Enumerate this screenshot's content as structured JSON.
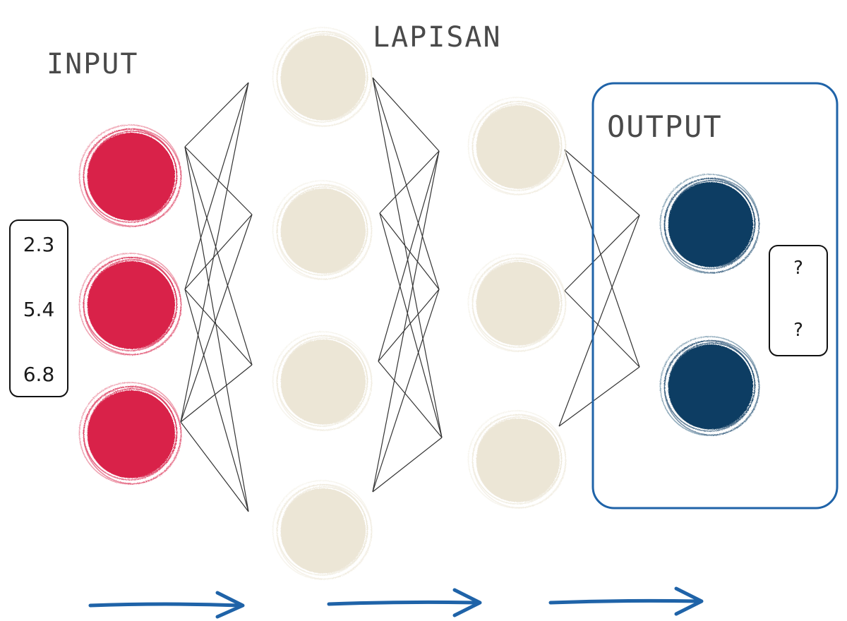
{
  "labels": {
    "input": "INPUT",
    "hidden": "LAPISAN",
    "output": "OUTPUT"
  },
  "input_values": [
    "2.3",
    "5.4",
    "6.8"
  ],
  "output_values": [
    "?",
    "?"
  ],
  "layers": {
    "input_count": 3,
    "hidden1_count": 4,
    "hidden2_count": 3,
    "output_count": 2
  },
  "colors": {
    "input_node": "#d9234a",
    "hidden_node": "#ece6d6",
    "output_node": "#0d3d63",
    "output_frame": "#1f63a8",
    "arrow": "#1f63a8",
    "connection": "#333333"
  }
}
